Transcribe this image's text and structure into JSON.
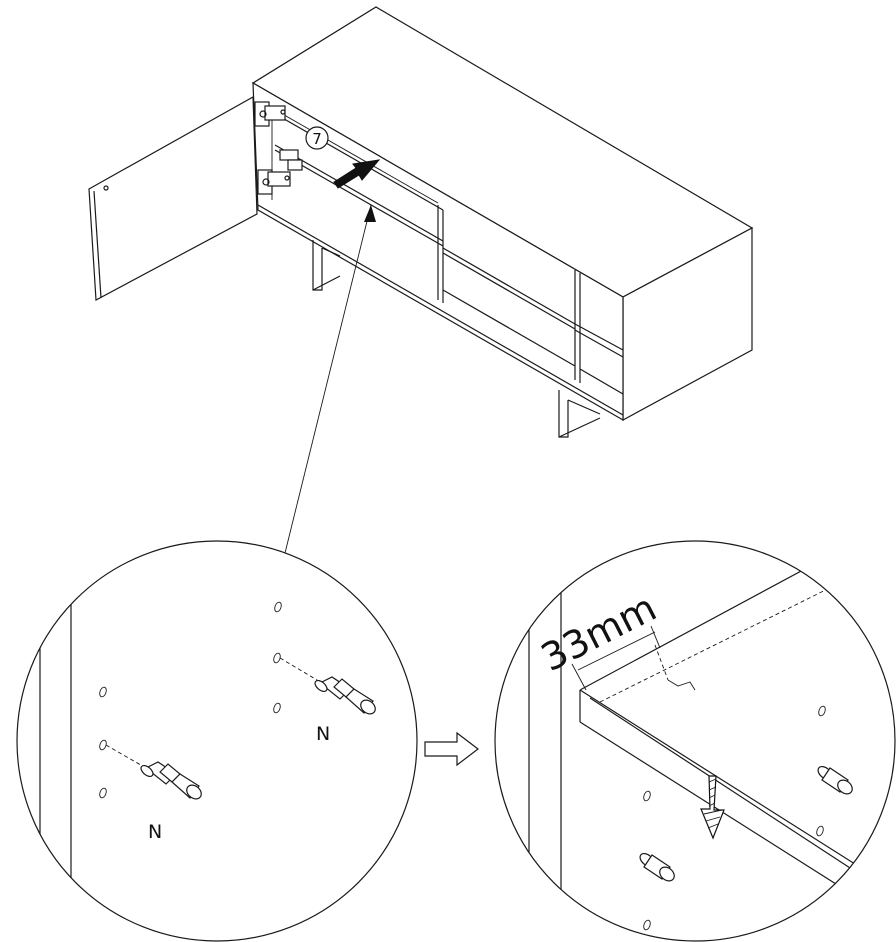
{
  "diagram": {
    "step_number": "7",
    "dimension_label": "33mm",
    "part_label": "N",
    "part_label_2": "N"
  },
  "colors": {
    "line": "#1a1a1a",
    "background": "#ffffff"
  }
}
